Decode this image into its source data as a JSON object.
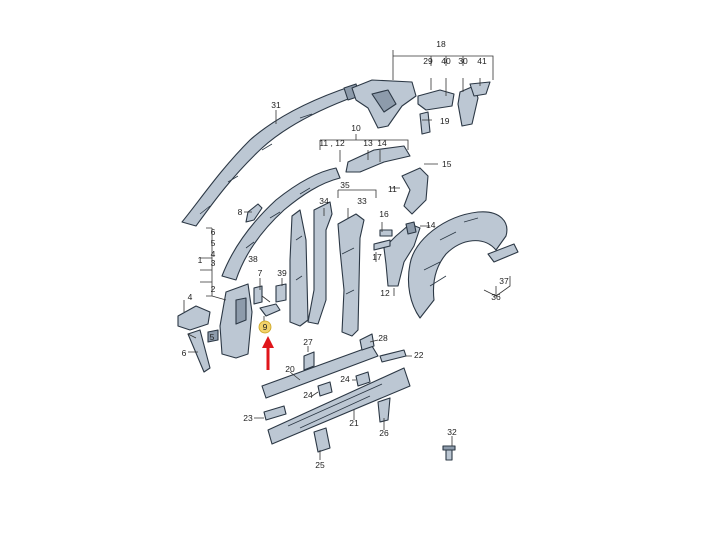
{
  "labels": {
    "l1": "1",
    "l2": "2",
    "l3": "3",
    "l4": "4",
    "l5": "5",
    "l6a": "6",
    "l6b": "6",
    "l7": "7",
    "l8": "8",
    "l9": "9",
    "l10": "10",
    "l11_12": "11 , 12",
    "l11": "11",
    "l12": "12",
    "l13": "13",
    "l14a": "14",
    "l14b": "14",
    "l15": "15",
    "l16": "16",
    "l17": "17",
    "l18": "18",
    "l19": "19",
    "l20": "20",
    "l21": "21",
    "l22": "22",
    "l23": "23",
    "l24a": "24",
    "l24b": "24",
    "l25": "25",
    "l26": "26",
    "l27": "27",
    "l28": "28",
    "l29": "29",
    "l30": "30",
    "l31": "31",
    "l32": "32",
    "l33": "33",
    "l34": "34",
    "l35": "35",
    "l36": "36",
    "l37": "37",
    "l38": "38",
    "l39": "39",
    "l40": "40",
    "l41": "41"
  },
  "highlight": {
    "part": "9",
    "marker_color": "#f2d26b",
    "arrow_color": "#e0161b"
  }
}
